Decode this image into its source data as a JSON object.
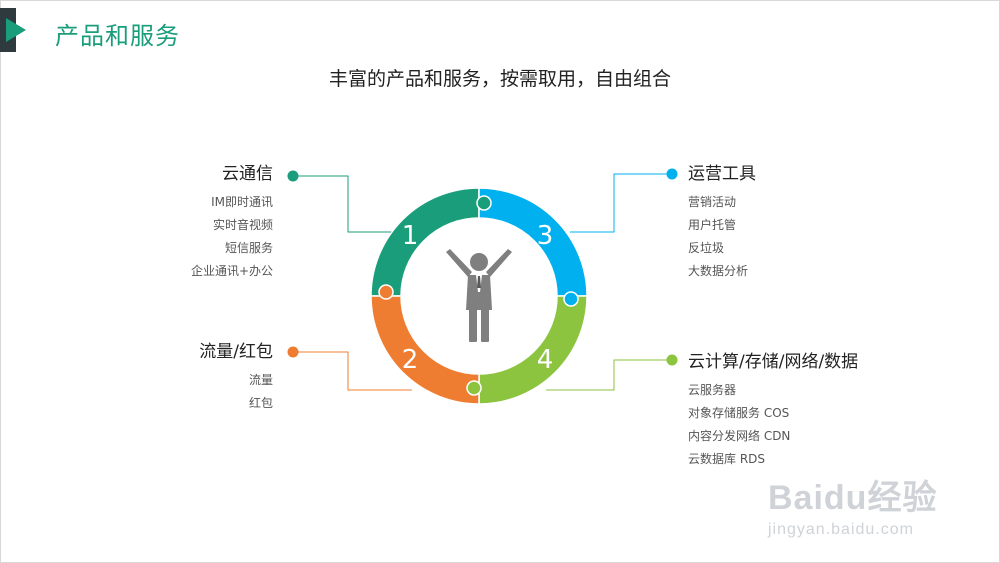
{
  "header": {
    "title": "产品和服务",
    "subtitle": "丰富的产品和服务，按需取用，自由组合"
  },
  "colors": {
    "accent": "#1a9d7a",
    "segment1": "#1a9d7a",
    "segment2": "#ef7d31",
    "segment3": "#00b0ef",
    "segment4": "#8cc33f",
    "person": "#7f7f7f"
  },
  "segments": [
    {
      "number": "1",
      "heading": "云通信",
      "items": [
        "IM即时通讯",
        "实时音视频",
        "短信服务",
        "企业通讯+办公"
      ]
    },
    {
      "number": "2",
      "heading": "流量/红包",
      "items": [
        "流量",
        "红包"
      ]
    },
    {
      "number": "3",
      "heading": "运营工具",
      "items": [
        "营销活动",
        "用户托管",
        "反垃圾",
        "大数据分析"
      ]
    },
    {
      "number": "4",
      "heading": "云计算/存储/网络/数据",
      "items": [
        "云服务器",
        "对象存储服务 COS",
        "内容分发网络 CDN",
        "云数据库 RDS"
      ]
    }
  ],
  "center_icon": "person-arms-raised-icon",
  "watermark": {
    "logo": "Baidu经验",
    "url": "jingyan.baidu.com"
  }
}
